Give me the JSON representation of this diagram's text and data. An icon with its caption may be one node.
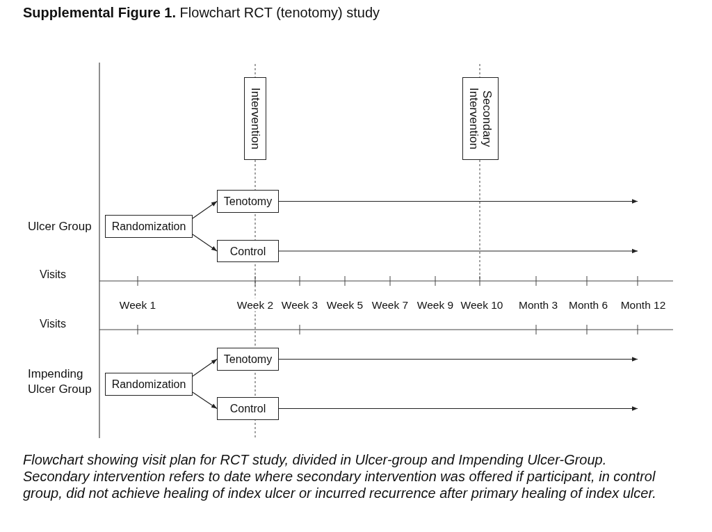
{
  "diagram": {
    "title": "**Supplemental Figure 1.** Flowchart RCT (tenotomy) study",
    "caption": "Flowchart showing visit plan for RCT study, divided in Ulcer-group and Impending Ulcer-Group. Secondary intervention refers to date where secondary intervention was offered if participant, in control group, did not achieve healing of index ulcer or incurred recurrence after primary healing of index ulcer.",
    "nodes": [
      {
        "text": [
          "Intervention"
        ]
      },
      {
        "text": [
          "Secondary Intervention"
        ]
      },
      {
        "text": [
          "Randomization"
        ]
      },
      {
        "text": [
          "Tenotomy"
        ]
      },
      {
        "text": [
          "Control"
        ]
      },
      {
        "text": [
          "Randomization"
        ]
      },
      {
        "text": [
          "Tenotomy"
        ]
      },
      {
        "text": [
          "Control"
        ]
      }
    ],
    "edges": [
      {
        "from": 2,
        "to": 3,
        "arrow": "to"
      },
      {
        "from": 2,
        "to": 4,
        "arrow": "to"
      },
      {
        "from": 3,
        "to": null,
        "arrow": "to"
      },
      {
        "from": 4,
        "to": null,
        "arrow": "to"
      },
      {
        "from": 5,
        "to": 6,
        "arrow": "to"
      },
      {
        "from": 5,
        "to": 7,
        "arrow": "to"
      },
      {
        "from": 6,
        "to": null,
        "arrow": "to"
      },
      {
        "from": 7,
        "to": null,
        "arrow": "to"
      }
    ],
    "labels": [
      "Ulcer Group",
      "Visits",
      "Week 1",
      "Week 2",
      "Week 3",
      "Week 5",
      "Week 7",
      "Week 9",
      "Week 10",
      "Month 3",
      "Month 6",
      "Month 12",
      "Visits",
      "Impending Ulcer Group"
    ]
  }
}
